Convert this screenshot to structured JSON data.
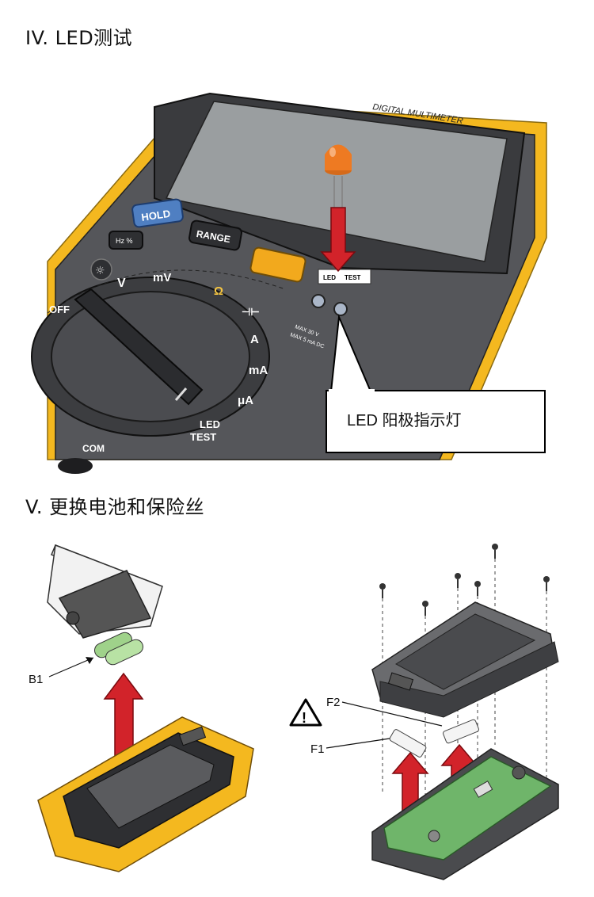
{
  "sections": {
    "led_test": {
      "heading": "IV. LED测试"
    },
    "battery_fuse": {
      "heading": "V. 更换电池和保险丝"
    }
  },
  "meter": {
    "brand_text": "DIGITAL MULTIMETER",
    "buttons": {
      "hold": "HOLD",
      "range": "RANGE",
      "hz": "Hz %"
    },
    "dial_labels": {
      "off": "OFF",
      "mv": "mV",
      "v": "V",
      "ohm": "Ω",
      "cap": "⊣⊢",
      "a": "A",
      "ma": "mA",
      "ua": "μA",
      "led": "LED",
      "test": "TEST"
    },
    "jack_labels": {
      "com": "COM",
      "led": "LED",
      "test": "TEST",
      "max_v": "MAX 30 V",
      "max_ma": "MAX 5 mA DC"
    }
  },
  "callout": {
    "text": "LED 阳极指示灯"
  },
  "labels": {
    "b1": "B1",
    "f1": "F1",
    "f2": "F2"
  },
  "colors": {
    "meter_yellow": "#f4b81f",
    "arrow_red": "#d2232a",
    "hold_blue": "#4f7fc2",
    "pcb_green": "#6fb56a"
  }
}
